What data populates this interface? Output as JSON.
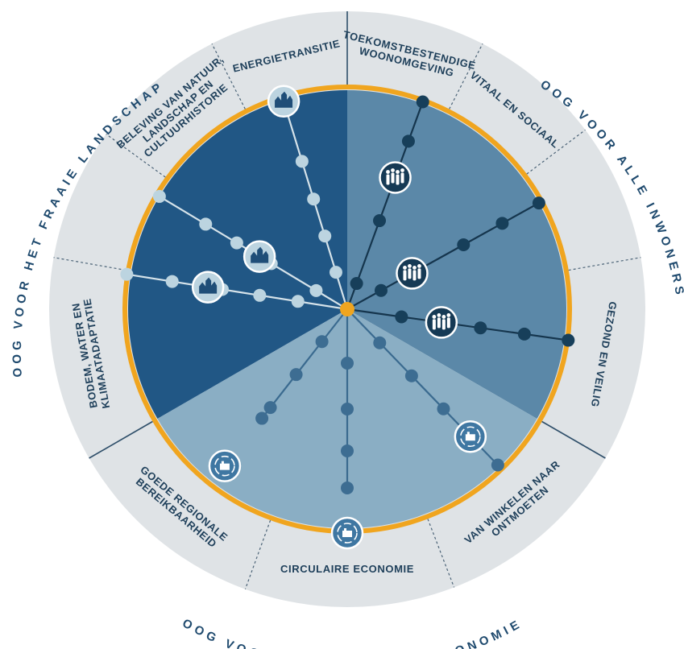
{
  "colors": {
    "ring": "#dfe3e6",
    "accent": "#f0a51f",
    "dark": "#215785",
    "mid": "#5b88a8",
    "light": "#8aaec4",
    "dot_light": "#bcd4e0",
    "dot_dark": "#173f5a",
    "dot_mid": "#3d6d92",
    "outer_text": "#1f4a6e"
  },
  "outer_labels": {
    "landschap": "OOG VOOR HET FRAAIE LANDSCHAP",
    "inwoners": "OOG VOOR ALLE INWONERS",
    "economie": "OOG VOOR EEN DUURZAME ECONOMIE"
  },
  "segments": [
    {
      "label_lines": [
        "ENERGIETRANSITIE"
      ],
      "icon": "landscape-icon",
      "theme": "landschap"
    },
    {
      "label_lines": [
        "TOEKOMSTBESTENDIGE",
        "WOONOMGEVING"
      ],
      "icon": "people-icon",
      "theme": "inwoners"
    },
    {
      "label_lines": [
        "VITAAL EN SOCIAAL"
      ],
      "icon": "people-icon",
      "theme": "inwoners"
    },
    {
      "label_lines": [
        "GEZOND EN VEILIG"
      ],
      "icon": "people-icon",
      "theme": "inwoners"
    },
    {
      "label_lines": [
        "VAN WINKELEN NAAR",
        "ONTMOETEN"
      ],
      "icon": "economy-icon",
      "theme": "economie"
    },
    {
      "label_lines": [
        "CIRCULAIRE ECONOMIE"
      ],
      "icon": "economy-icon",
      "theme": "economie"
    },
    {
      "label_lines": [
        "GOEDE REGIONALE",
        "BEREIKBAARHEID"
      ],
      "icon": "economy-icon",
      "theme": "economie"
    },
    {
      "label_lines": [
        "BODEM, WATER EN",
        "KLIMAATADAPTATIE"
      ],
      "icon": "landscape-icon",
      "theme": "landschap"
    },
    {
      "label_lines": [
        "BELEVING VAN NATUUR,",
        "LANDSCHAP EN",
        "CULTUURHISTORIE"
      ],
      "icon": "landscape-icon",
      "theme": "landschap"
    }
  ]
}
